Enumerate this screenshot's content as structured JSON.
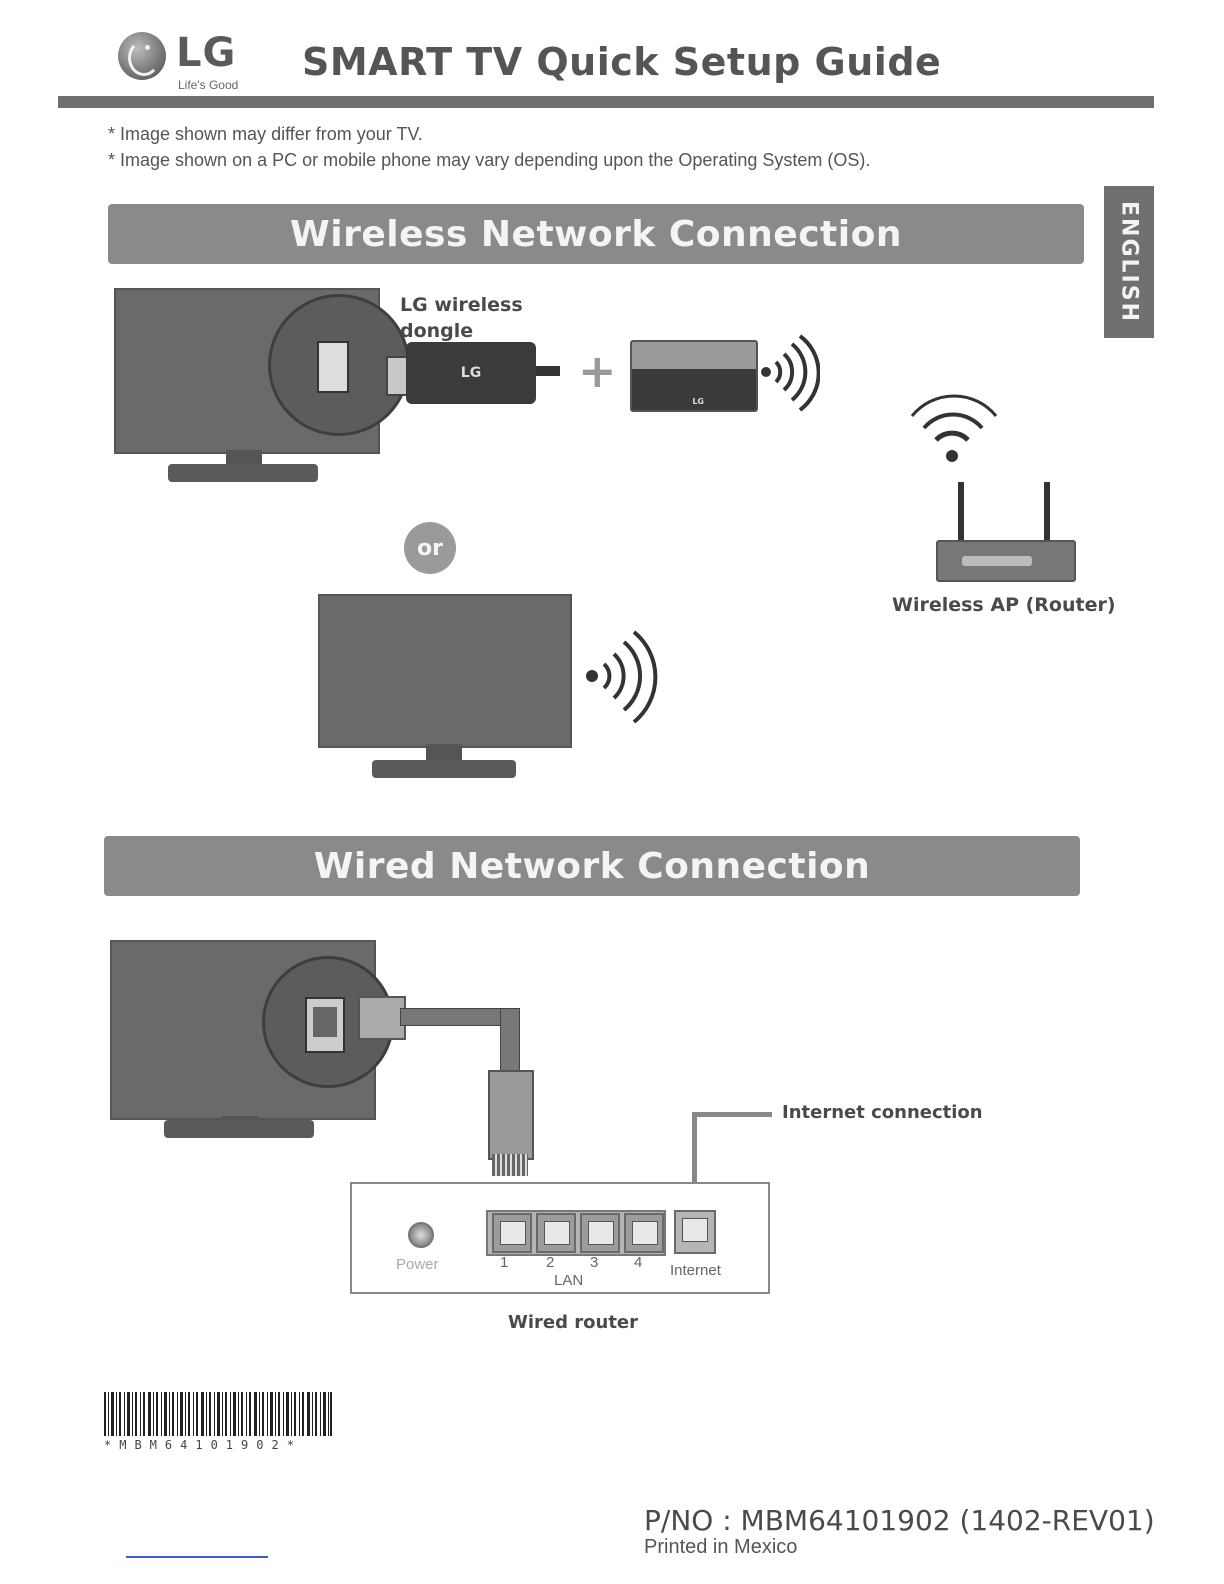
{
  "header": {
    "brand": "LG",
    "tagline": "Life's Good",
    "title": "SMART TV Quick Setup Guide"
  },
  "notes": [
    "* Image shown may differ from your TV.",
    "* Image shown on a PC or mobile phone may vary depending upon the Operating System (OS)."
  ],
  "language_tab": "ENGLISH",
  "wireless": {
    "heading": "Wireless Network Connection",
    "dongle_label_line1": "LG wireless",
    "dongle_label_line2": "dongle",
    "dongle_brand": "LG",
    "adapter_brand": "LG",
    "plus": "+",
    "or": "or",
    "router_label": "Wireless AP (Router)"
  },
  "wired": {
    "heading": "Wired Network Connection",
    "internet_connection_label": "Internet connection",
    "power_label": "Power",
    "lan_ports": [
      "1",
      "2",
      "3",
      "4"
    ],
    "lan_label": "LAN",
    "internet_port_label": "Internet",
    "router_label": "Wired router"
  },
  "barcode_text": "*MBM64101902*",
  "footer": {
    "part_number": "P/NO : MBM64101902 (1402-REV01)",
    "printed": "Printed in Mexico"
  },
  "colors": {
    "bar": "#8a8a8a",
    "rule": "#6f6f6f",
    "tab": "#707070",
    "accent_line": "#3b5bd6"
  }
}
